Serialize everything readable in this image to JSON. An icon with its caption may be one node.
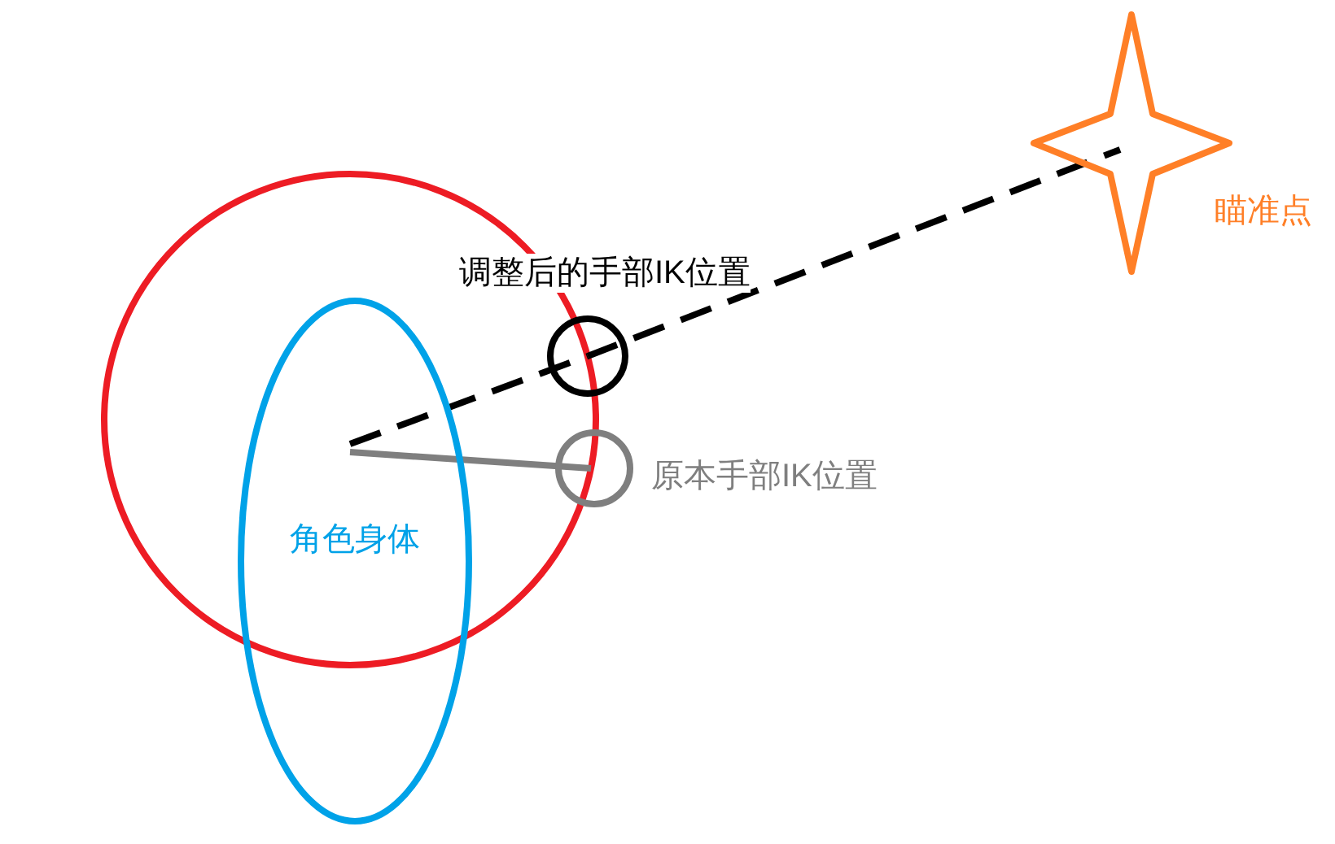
{
  "diagram": {
    "nodes": [
      {
        "text": [
          "角色身体"
        ]
      },
      {
        "text": [
          "调整后的手部IK位置"
        ]
      },
      {
        "text": [
          "原本手部IK位置"
        ]
      },
      {
        "text": [
          "瞄准点"
        ]
      }
    ],
    "edges": [
      {
        "from": 0,
        "to": 1,
        "arrow": "none",
        "style": "dashed"
      },
      {
        "from": 1,
        "to": 3,
        "arrow": "none",
        "style": "dashed"
      },
      {
        "from": 0,
        "to": 2,
        "arrow": "none",
        "color": "#7f7f7f"
      }
    ]
  }
}
